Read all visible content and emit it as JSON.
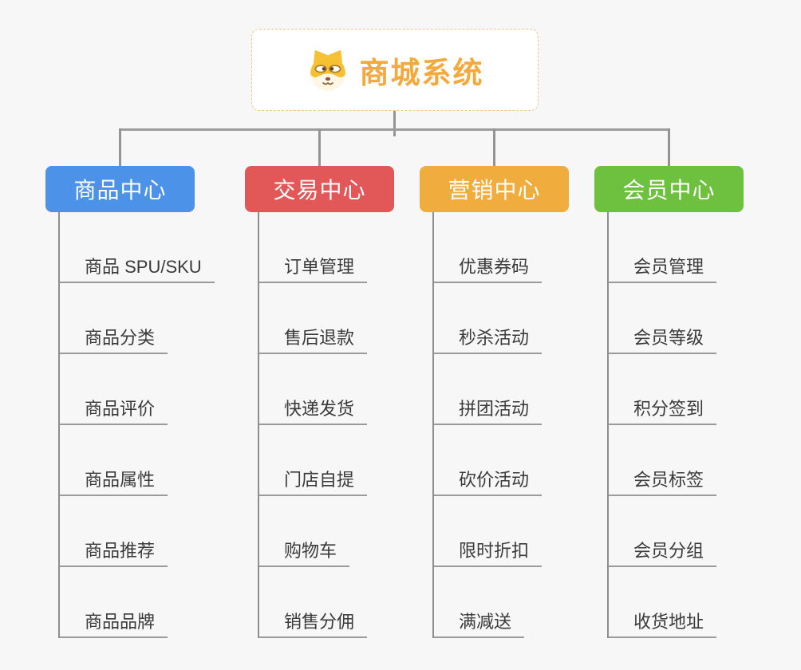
{
  "canvas": {
    "background": "#f7f7f7",
    "connector_color": "#949494",
    "underline_color": "#9a9a9a"
  },
  "root": {
    "title": "商城系统",
    "icon": "dog-icon",
    "text_color": "#f3a93c",
    "border_color": "#f0c489"
  },
  "branches": [
    {
      "label": "商品中心",
      "color": "#4b92e8",
      "items": [
        "商品 SPU/SKU",
        "商品分类",
        "商品评价",
        "商品属性",
        "商品推荐",
        "商品品牌"
      ]
    },
    {
      "label": "交易中心",
      "color": "#e25757",
      "items": [
        "订单管理",
        "售后退款",
        "快递发货",
        "门店自提",
        "购物车",
        "销售分佣"
      ]
    },
    {
      "label": "营销中心",
      "color": "#f0ad3d",
      "items": [
        "优惠券码",
        "秒杀活动",
        "拼团活动",
        "砍价活动",
        "限时折扣",
        "满减送"
      ]
    },
    {
      "label": "会员中心",
      "color": "#6ec13f",
      "items": [
        "会员管理",
        "会员等级",
        "积分签到",
        "会员标签",
        "会员分组",
        "收货地址"
      ]
    }
  ]
}
